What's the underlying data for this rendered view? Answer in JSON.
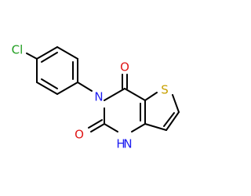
{
  "molecule": {
    "atoms": {
      "chlorine": "Cl",
      "n3": "N",
      "o4": "O",
      "o2": "O",
      "sulfur": "S",
      "n1h": "NH",
      "n1h_h": "H",
      "n1h_n": "N"
    },
    "colors": {
      "chlorine": "#1f9e1f",
      "nitrogen": "#1c1cf0",
      "oxygen": "#e01818",
      "sulfur": "#c8a000",
      "bond": "#000000"
    }
  }
}
